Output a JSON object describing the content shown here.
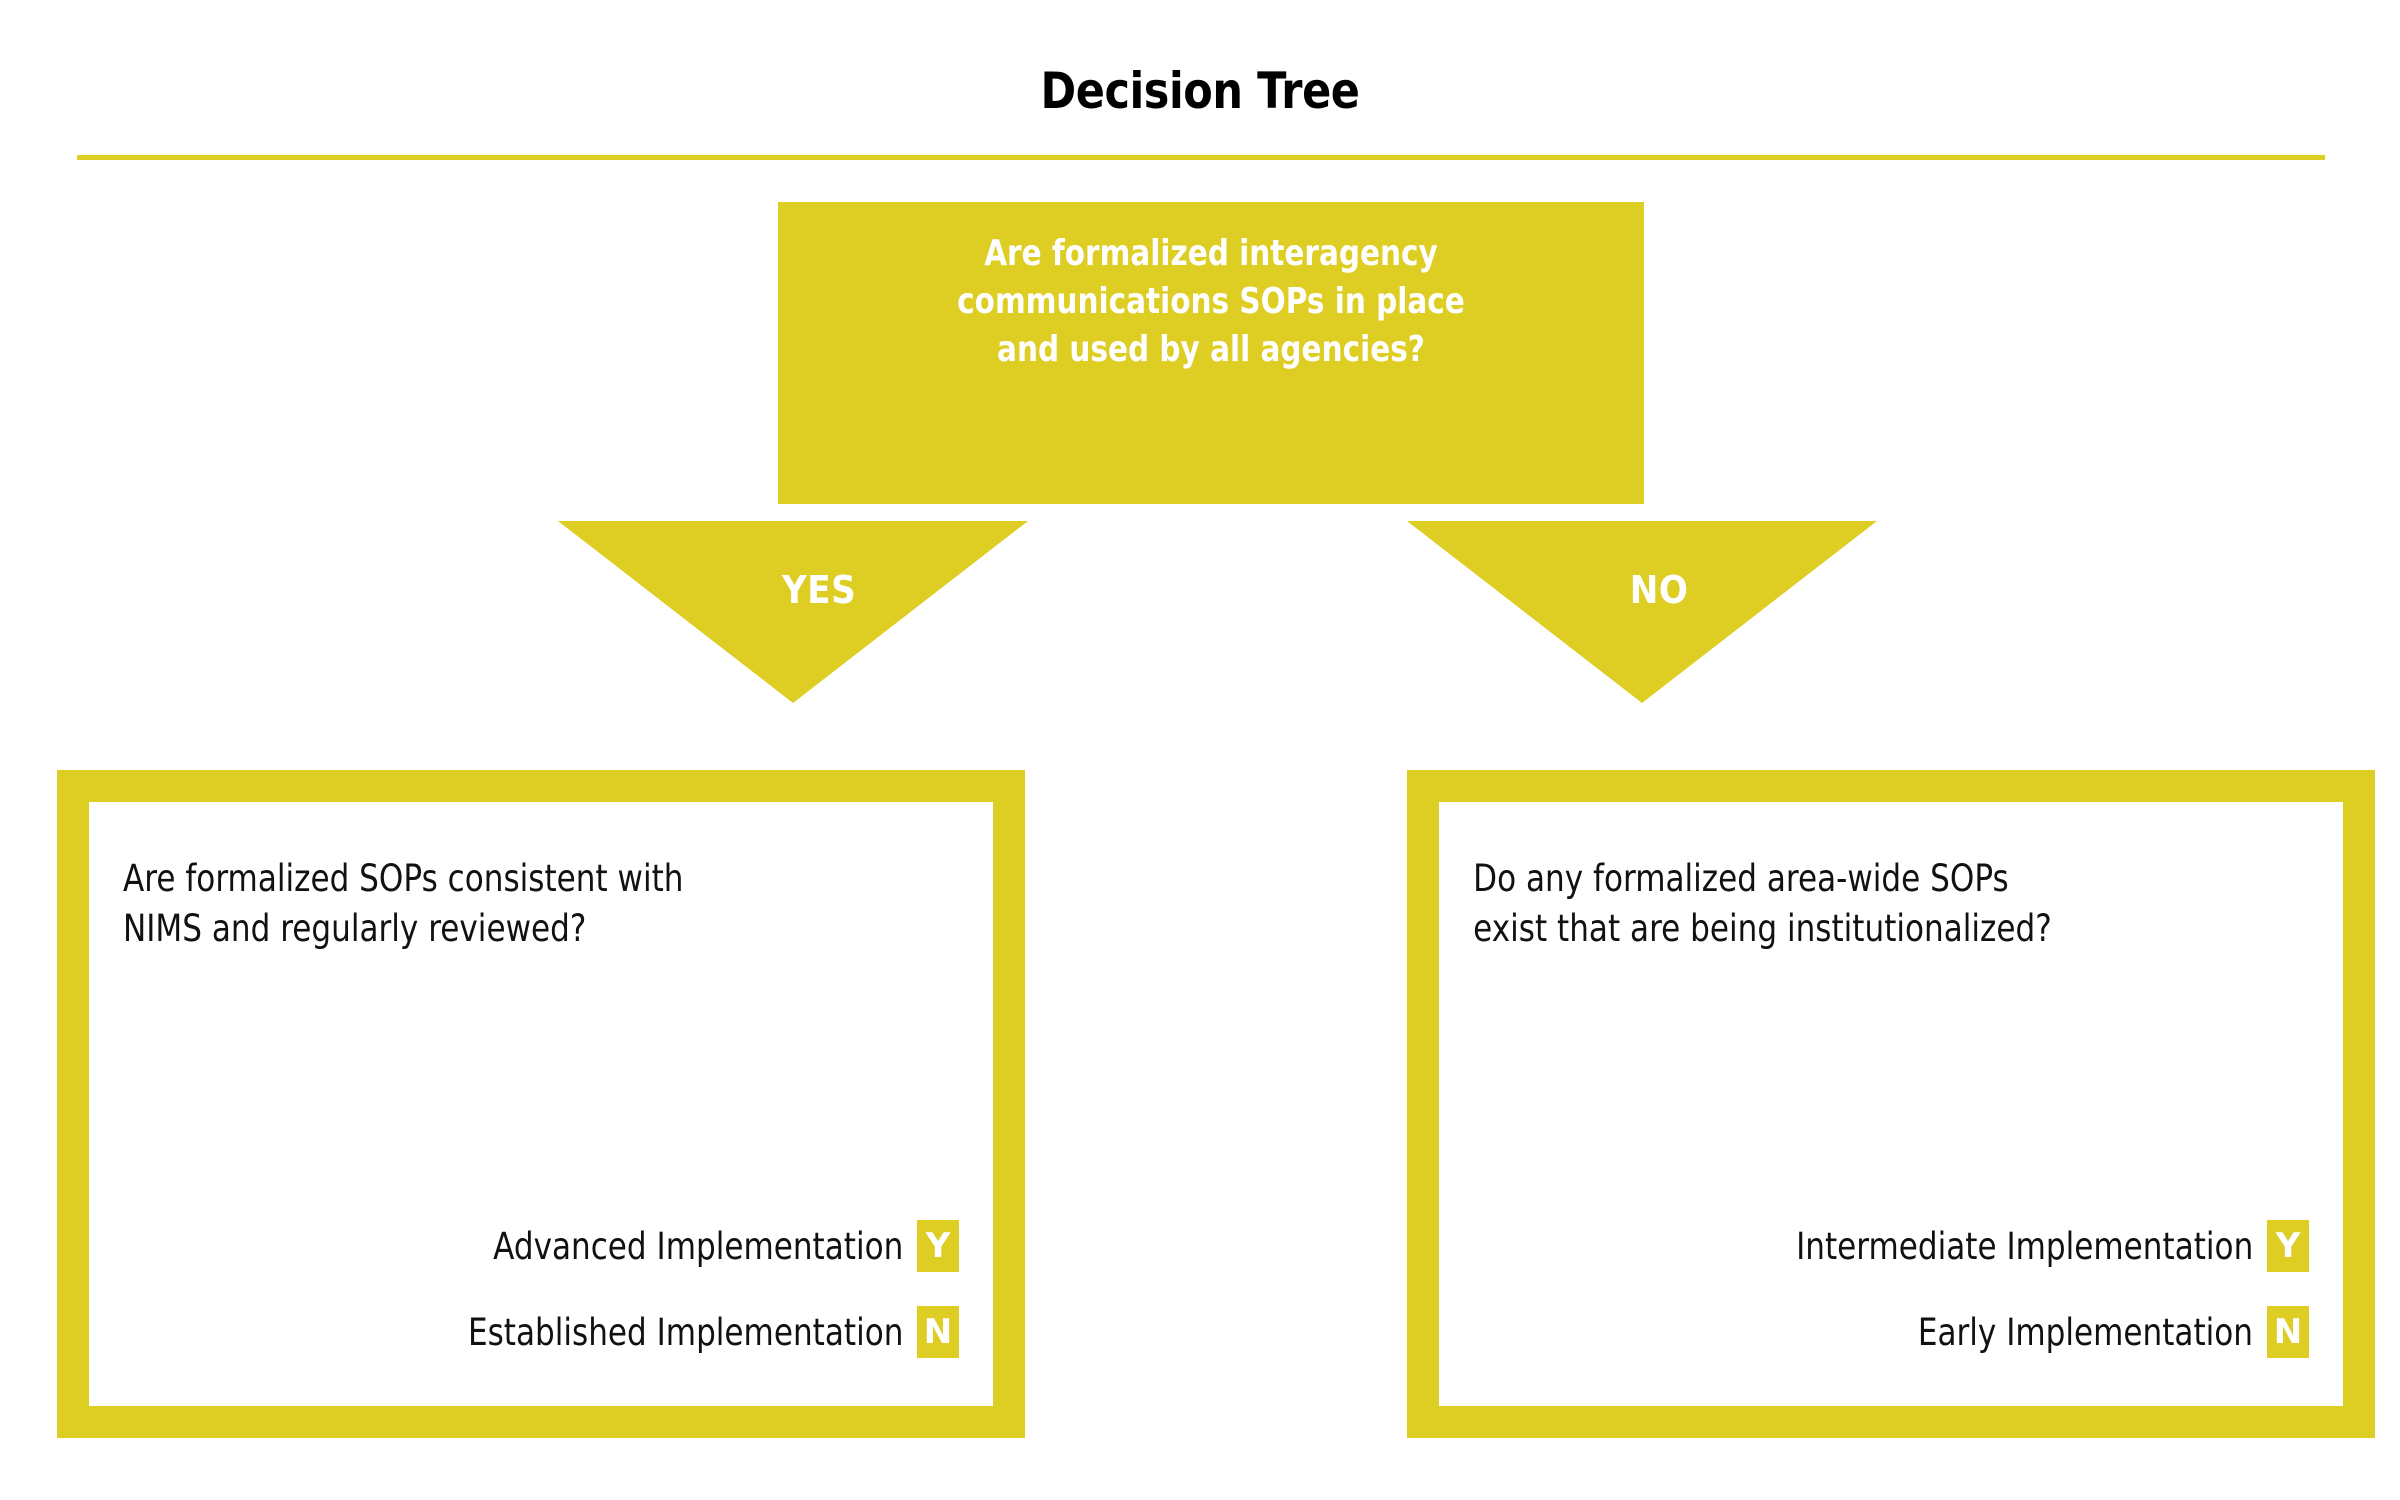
{
  "header": {
    "title": "Decision Tree",
    "rule_color": "#DECD22"
  },
  "theme": {
    "accent": "#DECD22",
    "text_dark": "#111111",
    "text_light": "#ffffff",
    "background": "#ffffff"
  },
  "root_question": {
    "text": "Are formalized interagency\ncommunications SOPs in place\nand used by all agencies?"
  },
  "branches": [
    {
      "label": "YES"
    },
    {
      "label": "NO"
    }
  ],
  "outcome_boxes": [
    {
      "question": "Are formalized SOPs consistent with\nNIMS and regularly reviewed?",
      "results": [
        {
          "label": "Advanced Implementation",
          "badge": "Y"
        },
        {
          "label": "Established Implementation",
          "badge": "N"
        }
      ]
    },
    {
      "question": "Do any formalized area-wide SOPs\nexist that are being institutionalized?",
      "results": [
        {
          "label": "Intermediate Implementation",
          "badge": "Y"
        },
        {
          "label": "Early Implementation",
          "badge": "N"
        }
      ]
    }
  ]
}
